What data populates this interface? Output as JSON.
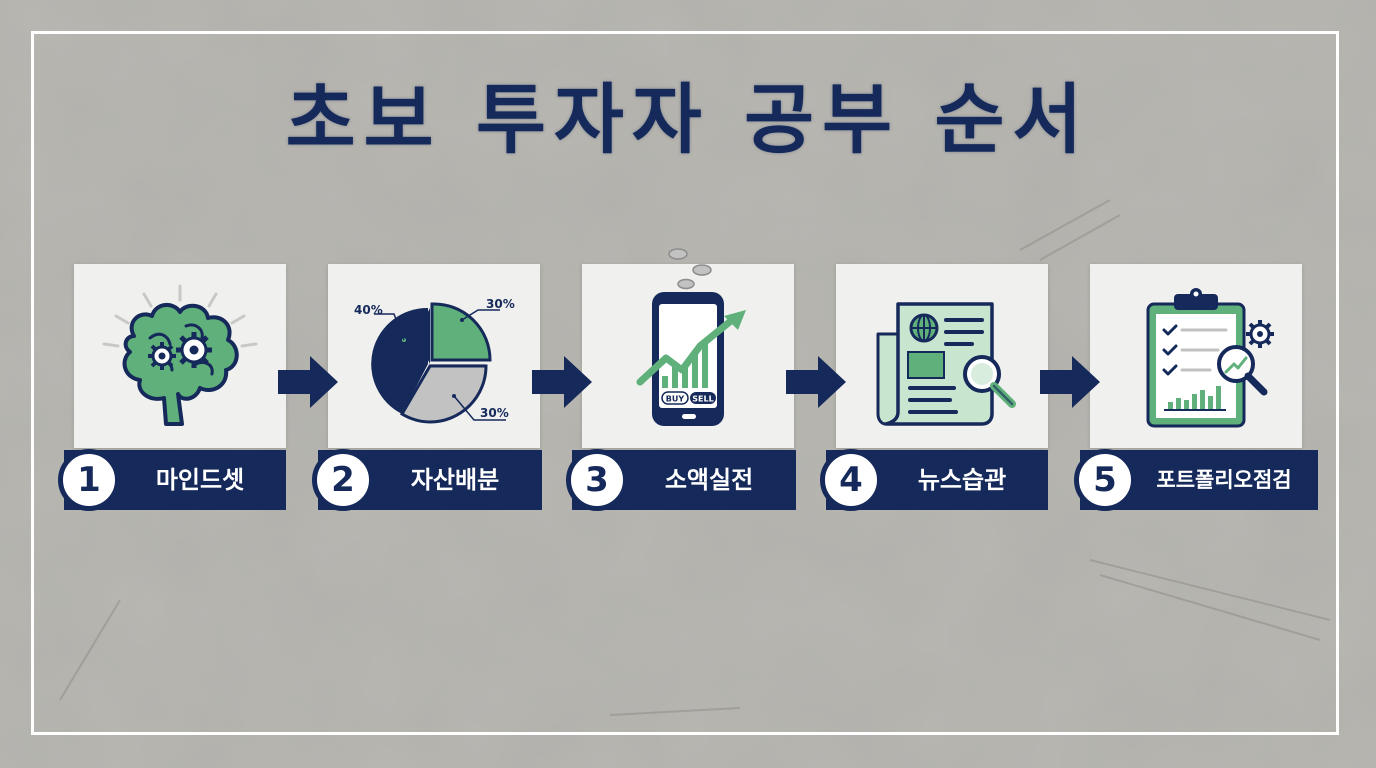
{
  "title": "초보 투자자 공부 순서",
  "steps": [
    {
      "number": "1",
      "label": "마인드셋",
      "icon": "brain-gears-icon"
    },
    {
      "number": "2",
      "label": "자산배분",
      "icon": "pie-chart-icon"
    },
    {
      "number": "3",
      "label": "소액실전",
      "icon": "smartphone-trading-icon"
    },
    {
      "number": "4",
      "label": "뉴스습관",
      "icon": "newspaper-search-icon"
    },
    {
      "number": "5",
      "label": "포트폴리오점검",
      "icon": "clipboard-checklist-icon"
    }
  ],
  "pie": {
    "label_left": "40%",
    "label_top_right": "30%",
    "label_bottom_right": "30%"
  },
  "phone": {
    "buy_label": "BUY",
    "sell_label": "SELL"
  },
  "colors": {
    "navy": "#15295a",
    "green": "#5fb07a",
    "panel": "#f0f0ee",
    "gray": "#c2c2c2",
    "wall": "#b5b3ad"
  }
}
